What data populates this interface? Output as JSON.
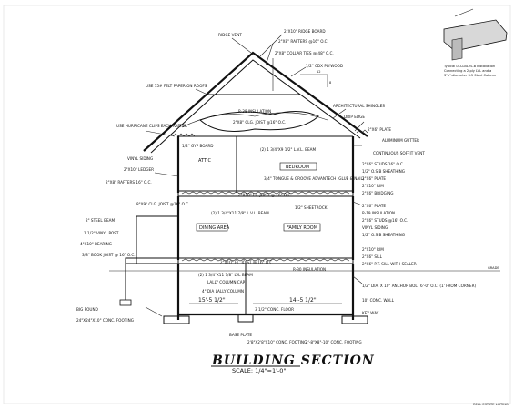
{
  "title": "BUILDING SECTION",
  "scale": "SCALE: 1/4\"=1'-0\"",
  "detail_note": [
    "Typical LCCLBL2S-B Installation",
    "Connecting a 2-ply LVL and a",
    "3\"x\"-diameter 3.5 Steel Column"
  ],
  "rooms": {
    "attic": "ATTIC",
    "bedroom": "BEDROOM",
    "dining": "DINING AREA",
    "family": "FAMILY ROOM"
  },
  "dims": {
    "basement_left": "15'-5 1/2\"",
    "basement_right": "14'-5 1/2\"",
    "grade": "GRADE"
  },
  "callouts_top": [
    "RIDGE VENT",
    "2\"X10\" RIDGE BOARD",
    "2\"X8\" RAFTERS @16\" O.C.",
    "2\"X8\" COLLAR TIES @ 48\" O.C.",
    "1/2\" CDX PLYWOOD",
    "USE 15# FELT PAPER ON ROOFS"
  ],
  "callouts_left": [
    "USE HURRICANE CLIPS EACH RAFTER",
    "1/2\" GYP BOARD",
    "VINYL SIDING",
    "2\"X10\" LEDGER",
    "2\"X8\" RAFTERS 16\" O.C.",
    "2\" STEEL BEAM",
    "1 1/2\" VINYL POST",
    "4\"X10\" BEARING",
    "3/8\" BOOK JOIST @ 16\" O.C.",
    "BIG FOUND",
    "24\"X24\"X10\" CONC. FOOTING"
  ],
  "callouts_mid": [
    "R-38 INSULATION",
    "2\"X8\" CLG. JOIST @16\" O.C.",
    "(2) 1 3/4\"X9 1/2\" L.V.L. BEAM",
    "3/4\" TONGUE & GROOVE ADVANTECH (GLUE & NAIL)",
    "2\"X10\" FL. JOIST @ 16\" O.C.",
    "1/2\" SHEETROCK",
    "8\"X9\" CLG. JOIST @16\" O.C.",
    "(2) 1 3/4\"X11 7/8\" L.V.L. BEAM",
    "2\"X10\" FL. JOIST @ 16\" O.C.",
    "R-30 INSULATION",
    "(2) 1 3/4\"X11 7/8\" LVL BEAM",
    "LALLY COLUMN CAP",
    "4\" DIA LALLY COLUMN",
    "3 1/2\" CONC. FLOOR",
    "BASE PLATE",
    "2'8\"X2'8\"X10\" CONC. FOOTING",
    "2'-8\"X8\"-10\" CONC. FOOTING"
  ],
  "callouts_right": [
    "ARCHITECTURAL SHINGLES",
    "DRIP EDGE",
    "2\"X6\" PLATE",
    "ALUMINUM GUTTER",
    "CONTINUOUS SOFFIT VENT",
    "2\"X6\" STUDS 16\" O.C.",
    "1/2\" O.S.B SHEATHING",
    "2\"X6\" PLATE",
    "2\"X10\" RIM",
    "2\"X6\" BRIDGING",
    "2\"X6\" PLATE",
    "R-19 INSULATION",
    "2\"X6\" STUDS @16\" O.C.",
    "VINYL SIDING",
    "1/2\" O.S.B SHEATHING",
    "2\"X10\" RIM",
    "2\"X6\" SILL",
    "2\"X6\" P.T. SILL WITH SEALER",
    "1/2\" DIA. X 10\" ANCHOR BOLT 6'-0\" O.C. (1' FROM CORNER)",
    "10\" CONC. WALL",
    "KEY WAY"
  ],
  "footer_note": "REAL ESTATE LISTING"
}
